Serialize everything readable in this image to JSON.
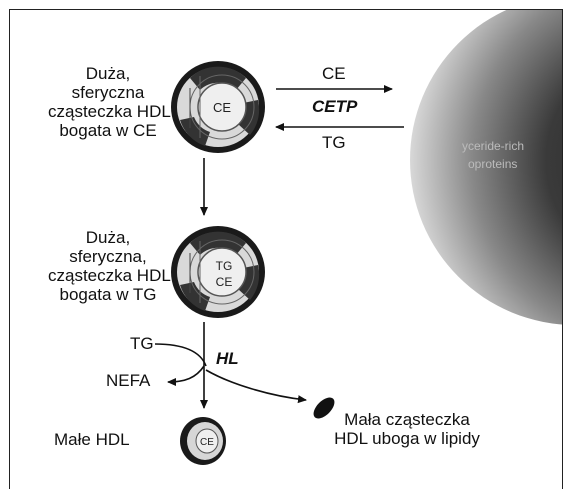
{
  "labels": {
    "large_hdl_ce": [
      "Duża,",
      "sferyczna",
      "cząsteczka HDL",
      "bogata w CE"
    ],
    "large_hdl_tg": [
      "Duża,",
      "sferyczna,",
      "cząsteczka HDL",
      "bogata w TG"
    ],
    "small_hdl": "Małe HDL",
    "lipid_poor": [
      "Mała cząsteczka",
      "HDL uboga w lipidy"
    ],
    "ce_arrow": "CE",
    "cetp": "CETP",
    "tg_arrow": "TG",
    "tg_in": "TG",
    "hl": "HL",
    "nefa": "NEFA"
  },
  "particle_labels": {
    "ce": "CE",
    "tg_ce_top": "TG",
    "tg_ce_bottom": "CE",
    "small_ce": "CE"
  },
  "triglyceride_text": [
    "yceride-rich",
    "oproteins"
  ],
  "colors": {
    "ink": "#111111",
    "sphere_dark": "#1a1a1a",
    "sphere_light": "#e8e8e8"
  }
}
